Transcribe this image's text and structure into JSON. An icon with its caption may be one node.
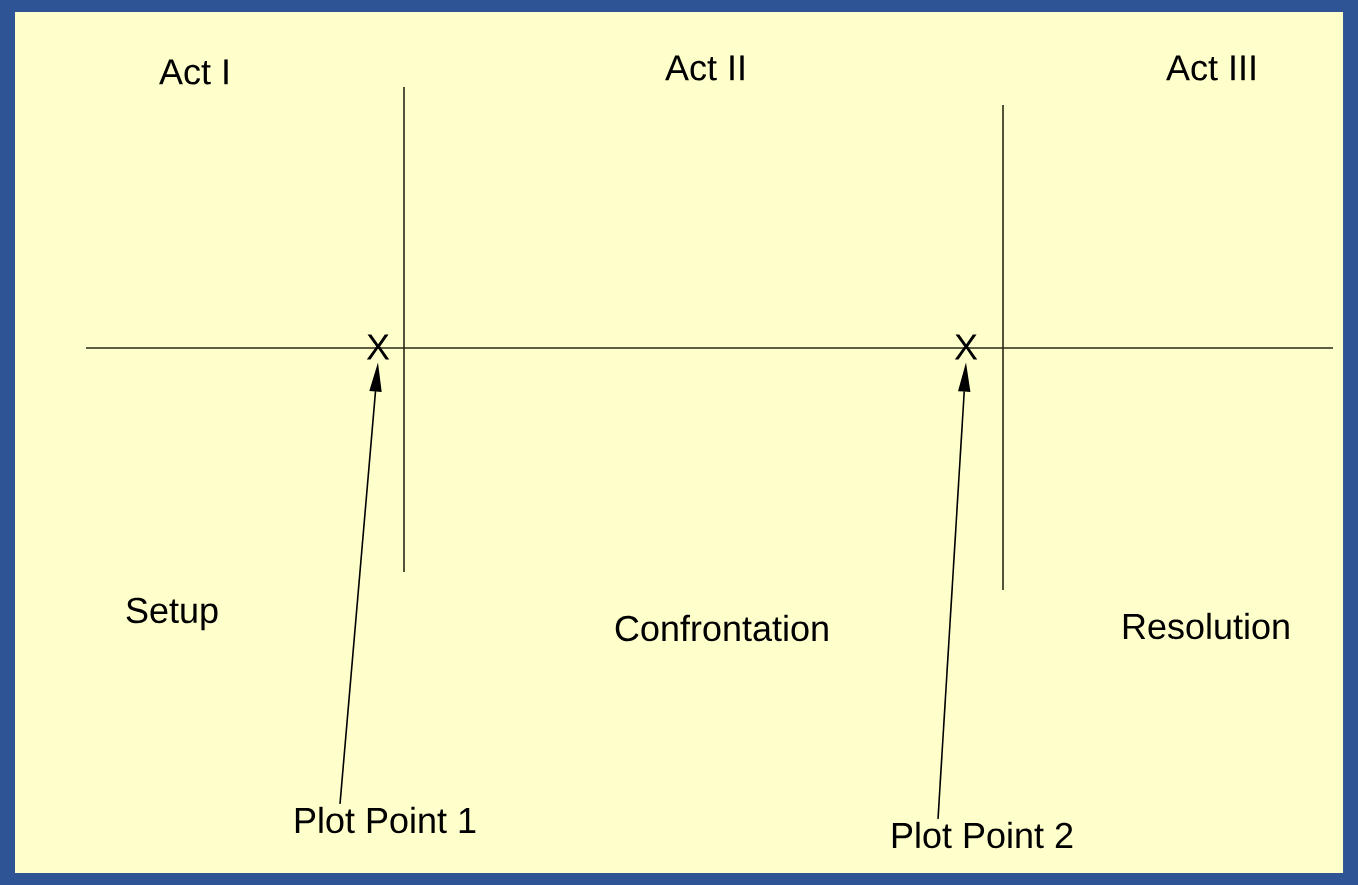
{
  "diagram": {
    "nodes": [
      {
        "text": [
          "X"
        ]
      },
      {
        "text": [
          "X"
        ]
      },
      {
        "text": [
          "Plot Point 1"
        ]
      },
      {
        "text": [
          "Plot Point 2"
        ]
      }
    ],
    "edges": [
      {
        "from": 2,
        "to": 0,
        "arrow": "to"
      },
      {
        "from": 3,
        "to": 1,
        "arrow": "to"
      }
    ],
    "labels": [
      "Act I",
      "Act II",
      "Act III",
      "Setup",
      "Confrontation",
      "Resolution"
    ]
  }
}
